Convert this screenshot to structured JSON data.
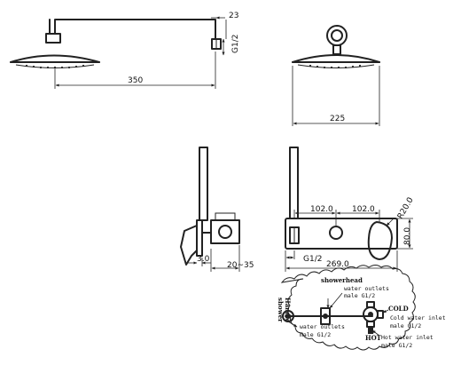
{
  "views": {
    "side_head": {
      "dim_arm": "350",
      "dim_thread_h": "23",
      "dim_thread": "G1/2"
    },
    "front_head": {
      "dim_width": "225"
    },
    "side_valve": {
      "dim_plate": "3.0",
      "dim_depth": "20~35"
    },
    "front_valve": {
      "dim_left": "102.0",
      "dim_right": "102.0",
      "dim_radius": "R20.0",
      "dim_height": "80.0",
      "dim_total": "269.0",
      "dim_thread": "G1/2"
    }
  },
  "detail": {
    "handle": "Handle",
    "shower": "shower",
    "showerhead": "showerhead",
    "outlets_top_1": "water outlets",
    "outlets_top_2": "male G1/2",
    "outlets_bottom_1": "water outlets",
    "outlets_bottom_2": "male G1/2",
    "cold": "COLD",
    "cold_inlet_1": "Cold water inlet",
    "cold_inlet_2": "male G1/2",
    "hot": "HOT",
    "hot_inlet_1": "Hot water inlet",
    "hot_inlet_2": "male G1/2"
  }
}
